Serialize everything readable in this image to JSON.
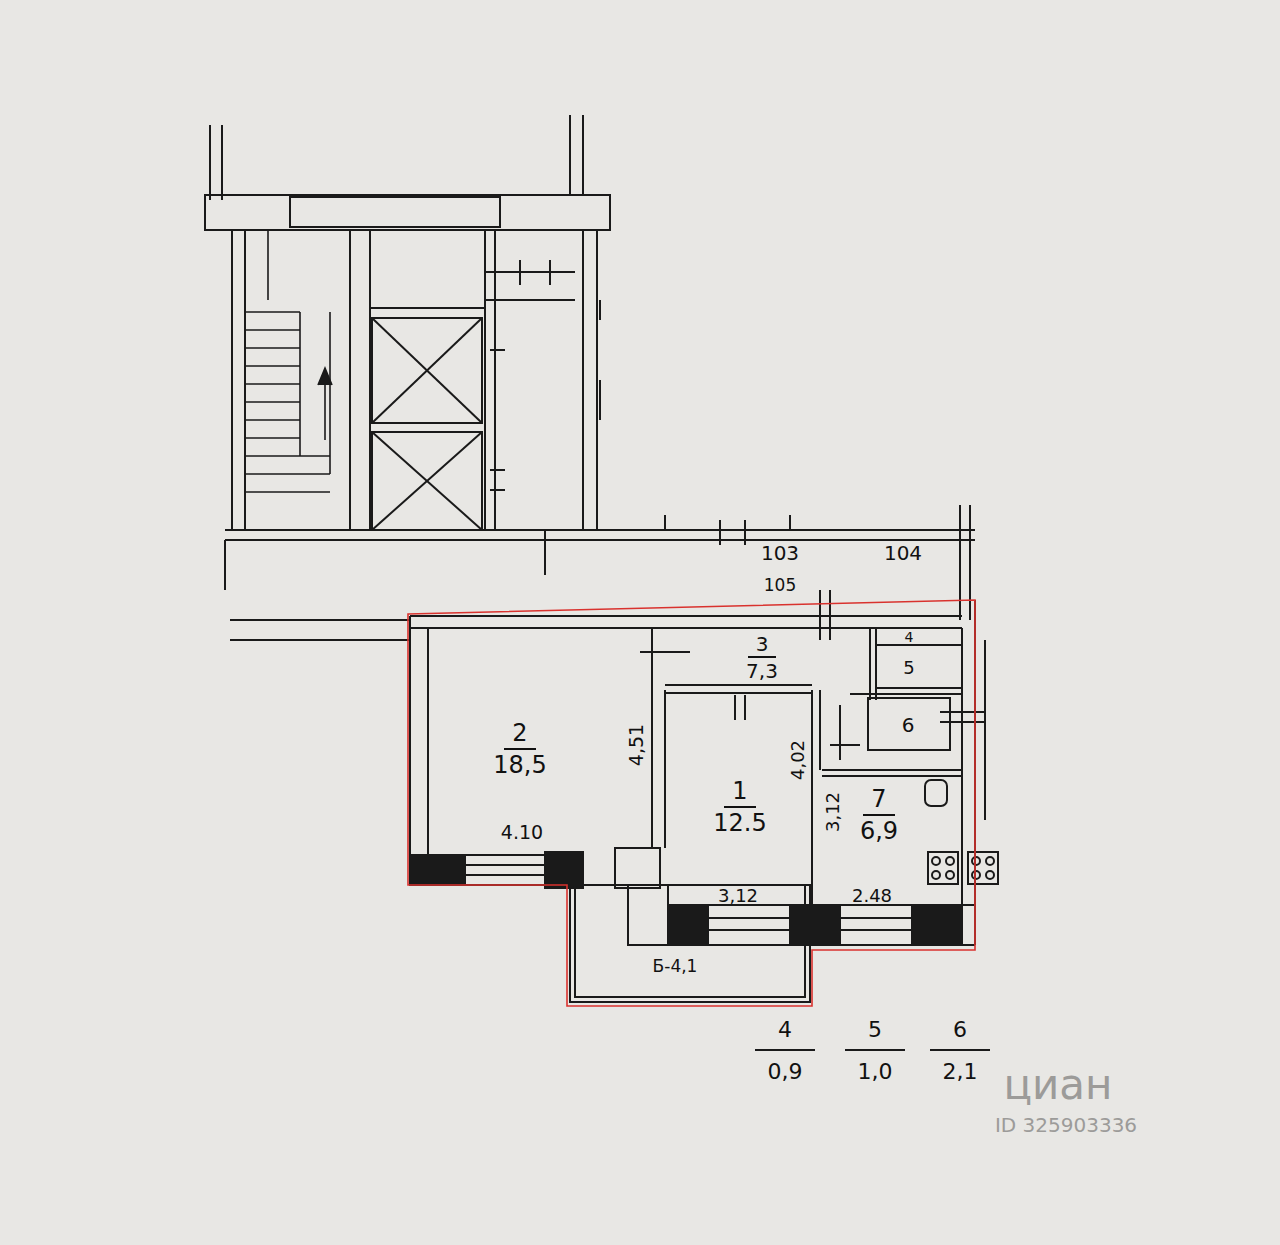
{
  "diagram": {
    "nodes": [
      {
        "text": [
          "2",
          "18,5"
        ]
      },
      {
        "text": [
          "3",
          "7,3"
        ]
      },
      {
        "text": [
          "4"
        ]
      },
      {
        "text": [
          "5"
        ]
      },
      {
        "text": [
          "6"
        ]
      },
      {
        "text": [
          "1",
          "12.5"
        ]
      },
      {
        "text": [
          "7",
          "6,9"
        ]
      },
      {
        "text": [
          "Б-4,1"
        ]
      }
    ],
    "labels": [
      "103",
      "104",
      "105",
      "4,51",
      "4.10",
      "4,02",
      "3,12",
      "3,12",
      "2.48",
      "4",
      "0,9",
      "5",
      "1,0",
      "6",
      "2,1",
      "циан",
      "ID 325903336"
    ]
  }
}
